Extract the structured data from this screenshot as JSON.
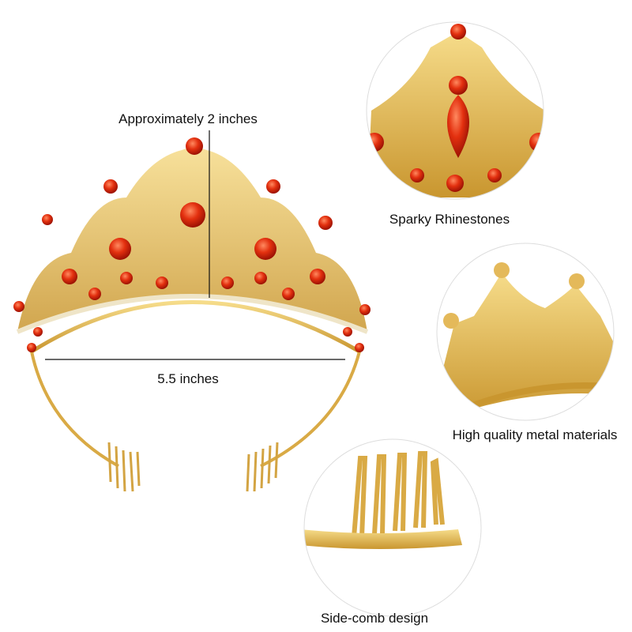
{
  "annotations": {
    "height": "Approximately 2 inches",
    "width": "5.5 inches"
  },
  "details": [
    {
      "caption": "Sparky Rhinestones"
    },
    {
      "caption": "High quality metal materials"
    },
    {
      "caption": "Side-comb design"
    }
  ],
  "colors": {
    "gold": "#e2b24a",
    "ruby": "#d8240e",
    "crystal": "#f4efe3"
  }
}
